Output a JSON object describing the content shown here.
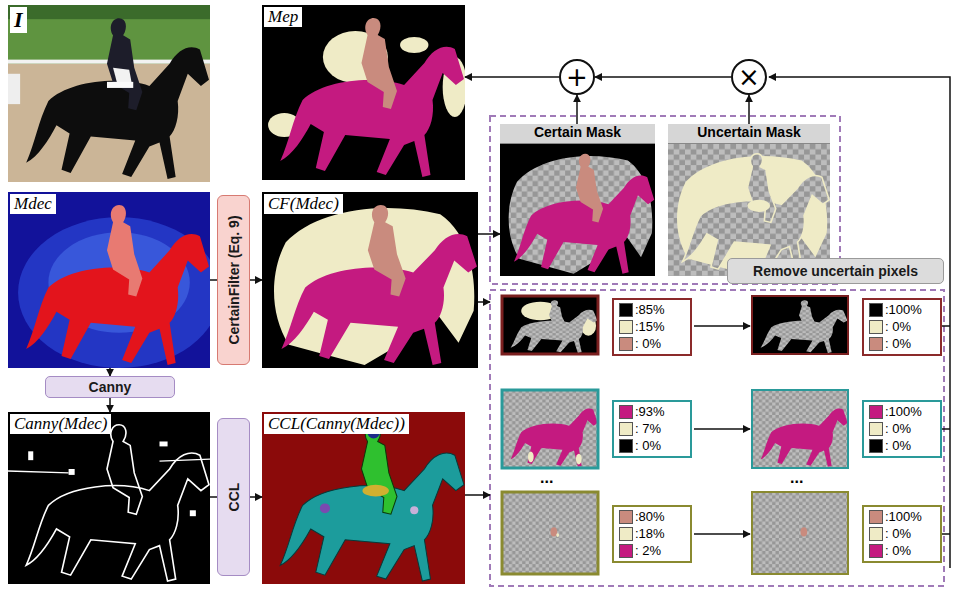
{
  "diagram": {
    "nodes": [
      {
        "text": [
          "I"
        ]
      },
      {
        "text": [
          "Mep"
        ]
      },
      {
        "text": [
          "+"
        ]
      },
      {
        "text": [
          "×"
        ]
      },
      {
        "text": [
          "Certain Mask"
        ]
      },
      {
        "text": [
          "Uncertain Mask"
        ]
      },
      {
        "text": [
          "Mdec"
        ]
      },
      {
        "text": [
          "CertainFilter (Eq. 9)"
        ]
      },
      {
        "text": [
          "CF(Mdec)"
        ]
      },
      {
        "text": [
          "Remove uncertain pixels"
        ]
      },
      {
        "text": [
          ":85%",
          ":15%",
          ": 0%"
        ]
      },
      {
        "text": [
          ":100%",
          ": 0%",
          ": 0%"
        ]
      },
      {
        "text": [
          "Canny"
        ]
      },
      {
        "text": [
          ":93%",
          ": 7%",
          ": 0%"
        ]
      },
      {
        "text": [
          ":100%",
          ": 0%",
          ": 0%"
        ]
      },
      {
        "text": [
          "Canny(Mdec)"
        ]
      },
      {
        "text": [
          "CCL"
        ]
      },
      {
        "text": [
          "CCL(Canny(Mdec))"
        ]
      },
      {
        "text": [
          ":80%",
          ":18%",
          ": 2%"
        ]
      },
      {
        "text": [
          ":100%",
          ": 0%",
          ": 0%"
        ]
      }
    ],
    "edges": [
      {
        "from": 6,
        "to": 12,
        "arrow": "to"
      },
      {
        "from": 12,
        "to": 15,
        "arrow": "to"
      },
      {
        "from": 6,
        "to": 7,
        "arrow": "none"
      },
      {
        "from": 7,
        "to": 8,
        "arrow": "to"
      },
      {
        "from": 15,
        "to": 16,
        "arrow": "none"
      },
      {
        "from": 16,
        "to": 17,
        "arrow": "to"
      },
      {
        "from": 8,
        "to": 4,
        "arrow": "to"
      },
      {
        "from": 4,
        "to": 2,
        "arrow": "to"
      },
      {
        "from": 5,
        "to": 3,
        "arrow": "to"
      },
      {
        "from": 3,
        "to": 2,
        "arrow": "to"
      },
      {
        "from": 2,
        "to": 1,
        "arrow": "to"
      }
    ],
    "labels": [
      "...",
      "..."
    ]
  }
}
